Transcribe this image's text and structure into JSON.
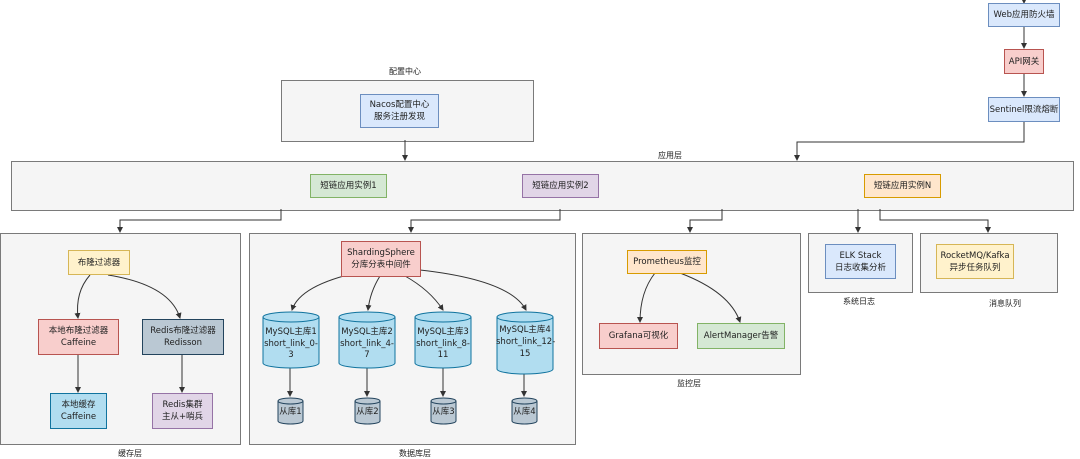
{
  "gateway": {
    "waf": "Web应用防火墙",
    "api_gateway": "API网关",
    "sentinel": "Sentinel限流熔断"
  },
  "config_center": {
    "title": "配置中心",
    "node_line1": "Nacos配置中心",
    "node_line2": "服务注册发现"
  },
  "app_layer": {
    "title": "应用层",
    "instance1": "短链应用实例1",
    "instance2": "短链应用实例2",
    "instanceN": "短链应用实例N"
  },
  "cache_layer": {
    "title": "缓存层",
    "bloom": "布隆过滤器",
    "local_bloom_line1": "本地布隆过滤器",
    "local_bloom_line2": "Caffeine",
    "redis_bloom_line1": "Redis布隆过滤器",
    "redis_bloom_line2": "Redisson",
    "local_cache_line1": "本地缓存",
    "local_cache_line2": "Caffeine",
    "redis_cluster_line1": "Redis集群",
    "redis_cluster_line2": "主从+哨兵"
  },
  "db_layer": {
    "title": "数据库层",
    "sharding_line1": "ShardingSphere",
    "sharding_line2": "分库分表中间件",
    "masters": [
      {
        "line1": "MySQL主库1",
        "line2": "short_link_0-3",
        "line3": ""
      },
      {
        "line1": "MySQL主库2",
        "line2": "short_link_4-7",
        "line3": ""
      },
      {
        "line1": "MySQL主库3",
        "line2": "short_link_8-11",
        "line3": ""
      },
      {
        "line1": "MySQL主库4",
        "line2": "short_link_12-",
        "line3": "15"
      }
    ],
    "slaves": [
      "从库1",
      "从库2",
      "从库3",
      "从库4"
    ]
  },
  "monitor_layer": {
    "title": "监控层",
    "prometheus": "Prometheus监控",
    "grafana": "Grafana可视化",
    "alertmanager": "AlertManager告警"
  },
  "log_system": {
    "title": "系统日志",
    "line1": "ELK Stack",
    "line2": "日志收集分析"
  },
  "mq": {
    "title": "消息队列",
    "line1": "RocketMQ/Kafka",
    "line2": "异步任务队列"
  },
  "colors": {
    "blue": "#dae8fc",
    "red": "#f8cecc",
    "green": "#d5e8d4",
    "purple": "#e1d5e7",
    "orange": "#ffe6cc",
    "yellow": "#fff2cc",
    "slate": "#bac8d3",
    "cyan": "#b1ddf0",
    "panel": "#f5f5f5",
    "wire": "#333333"
  }
}
